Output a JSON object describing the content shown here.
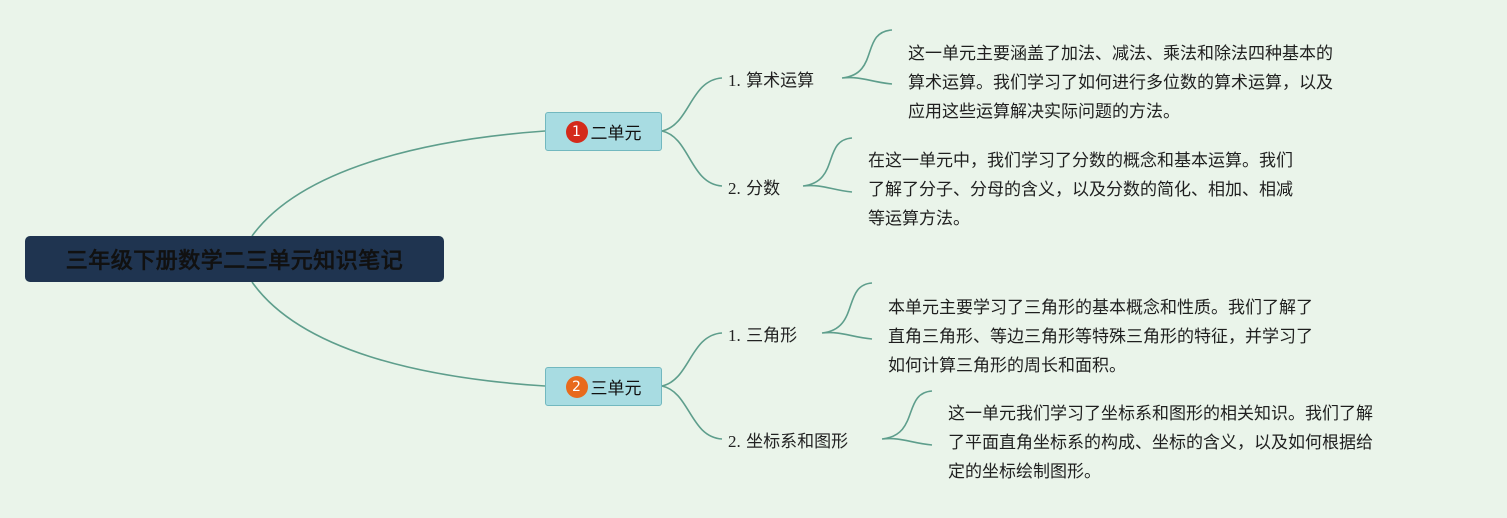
{
  "root": {
    "title": "三年级下册数学二三单元知识笔记"
  },
  "branches": [
    {
      "marker": "1",
      "marker_color": "#d42a1a",
      "label": "二单元",
      "children": [
        {
          "index": "1.",
          "label": "算术运算",
          "desc": [
            "这一单元主要涵盖了加法、减法、乘法和除法四种基本的",
            "算术运算。我们学习了如何进行多位数的算术运算，以及",
            "应用这些运算解决实际问题的方法。"
          ]
        },
        {
          "index": "2.",
          "label": "分数",
          "desc": [
            "在这一单元中，我们学习了分数的概念和基本运算。我们",
            "了解了分子、分母的含义，以及分数的简化、相加、相减",
            "等运算方法。"
          ]
        }
      ]
    },
    {
      "marker": "2",
      "marker_color": "#e86a1c",
      "label": "三单元",
      "children": [
        {
          "index": "1.",
          "label": "三角形",
          "desc": [
            "本单元主要学习了三角形的基本概念和性质。我们了解了",
            "直角三角形、等边三角形等特殊三角形的特征，并学习了",
            "如何计算三角形的周长和面积。"
          ]
        },
        {
          "index": "2.",
          "label": "坐标系和图形",
          "desc": [
            "这一单元我们学习了坐标系和图形的相关知识。我们了解",
            "了平面直角坐标系的构成、坐标的含义，以及如何根据给",
            "定的坐标绘制图形。"
          ]
        }
      ]
    }
  ],
  "colors": {
    "link": "#5e9e8c",
    "root_bg": "#1f3450",
    "branch_bg": "#a8dce2",
    "background": "#eaf4ea"
  }
}
